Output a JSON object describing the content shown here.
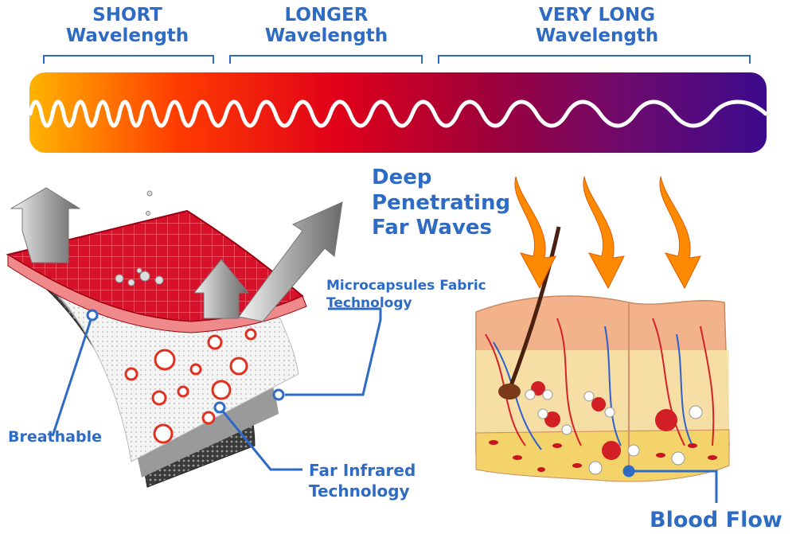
{
  "wavelength_labels": [
    {
      "line1": "SHORT",
      "line2": "Wavelength"
    },
    {
      "line1": "LONGER",
      "line2": "Wavelength"
    },
    {
      "line1": "VERY LONG",
      "line2": "Wavelength"
    }
  ],
  "spectrum": {
    "colors": [
      "#ffb400",
      "#ff3c00",
      "#e0001a",
      "#a0003a",
      "#6a0a70",
      "#3c0a8c"
    ]
  },
  "headline": {
    "line1": "Deep",
    "line2": "Penetrating",
    "line3": "Far Waves"
  },
  "callouts": {
    "microcapsules": {
      "line1": "Microcapsules Fabric",
      "line2": "Technology"
    },
    "breathable": "Breathable",
    "far_infrared": {
      "line1": "Far Infrared",
      "line2": "Technology"
    },
    "blood_flow": "Blood Flow"
  },
  "colors": {
    "label_blue": "#2e6bc4",
    "fabric_red": "#d8112a",
    "arrow_orange": "#ff8a00"
  }
}
